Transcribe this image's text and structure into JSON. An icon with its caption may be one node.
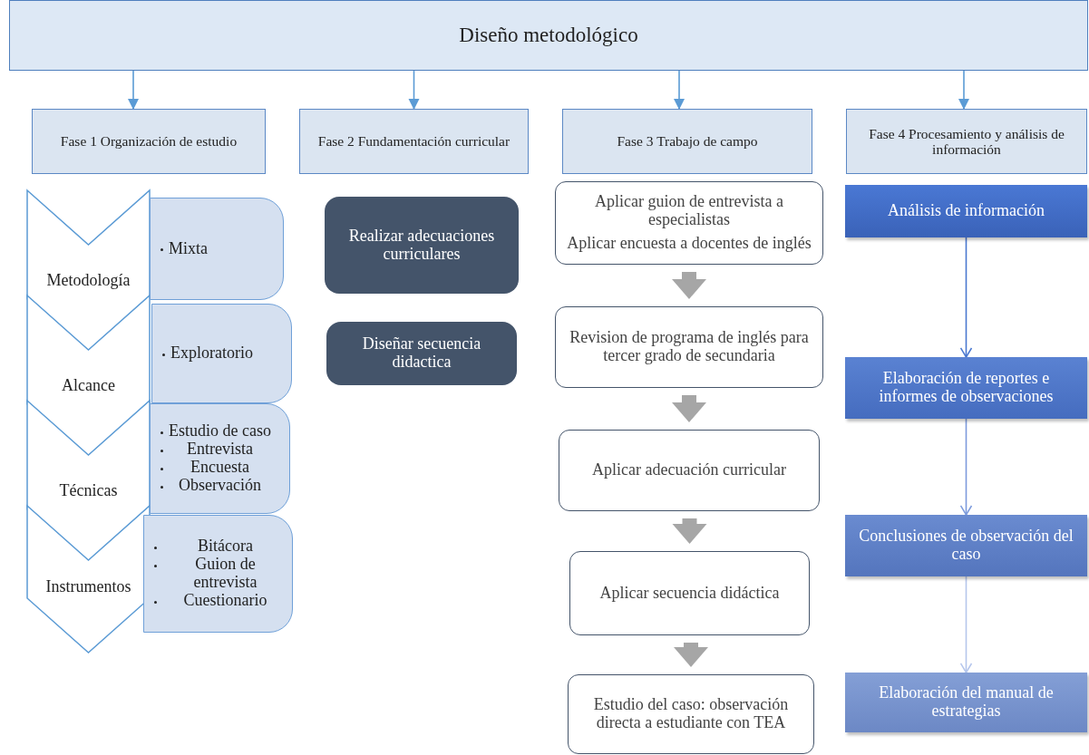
{
  "diagram": {
    "nodes": [
      {
        "text": [
          "Diseño metodológico"
        ]
      },
      {
        "text": [
          "Fase 1 Organización de estudio"
        ]
      },
      {
        "text": [
          "Fase 2 Fundamentación curricular"
        ]
      },
      {
        "text": [
          "Fase 3 Trabajo de campo"
        ]
      },
      {
        "text": [
          "Fase 4 Procesamiento y análisis de información"
        ]
      },
      {
        "text": [
          "Metodología"
        ]
      },
      {
        "text": [
          "Mixta"
        ]
      },
      {
        "text": [
          "Alcance"
        ]
      },
      {
        "text": [
          "Exploratorio"
        ]
      },
      {
        "text": [
          "Técnicas"
        ]
      },
      {
        "text": [
          "Estudio de caso",
          "Entrevista",
          "Encuesta",
          "Observación"
        ]
      },
      {
        "text": [
          "Instrumentos"
        ]
      },
      {
        "text": [
          "Bitácora",
          "Guion de entrevista",
          "Cuestionario"
        ]
      },
      {
        "text": [
          "Realizar adecuaciones curriculares"
        ]
      },
      {
        "text": [
          "Diseñar secuencia didactica"
        ]
      },
      {
        "text": [
          "Aplicar guion de entrevista a especialistas",
          "Aplicar encuesta a docentes de inglés"
        ]
      },
      {
        "text": [
          "Revision de programa de inglés para tercer grado de secundaria"
        ]
      },
      {
        "text": [
          "Aplicar adecuación curricular"
        ]
      },
      {
        "text": [
          "Aplicar secuencia didáctica"
        ]
      },
      {
        "text": [
          "Estudio del caso: observación directa a estudiante con TEA"
        ]
      },
      {
        "text": [
          "Análisis de información"
        ]
      },
      {
        "text": [
          "Elaboración de reportes e informes de observaciones"
        ]
      },
      {
        "text": [
          "Conclusiones de observación del caso"
        ]
      },
      {
        "text": [
          "Elaboración del manual de estrategias"
        ]
      }
    ],
    "edges": [
      {
        "from": 0,
        "to": 1,
        "arrow": "to"
      },
      {
        "from": 0,
        "to": 2,
        "arrow": "to"
      },
      {
        "from": 0,
        "to": 3,
        "arrow": "to"
      },
      {
        "from": 0,
        "to": 4,
        "arrow": "to"
      },
      {
        "from": 15,
        "to": 16,
        "arrow": "to",
        "style": "thick",
        "color": "#a6a6a6"
      },
      {
        "from": 16,
        "to": 17,
        "arrow": "to",
        "style": "thick",
        "color": "#a6a6a6"
      },
      {
        "from": 17,
        "to": 18,
        "arrow": "to",
        "style": "thick",
        "color": "#a6a6a6"
      },
      {
        "from": 18,
        "to": 19,
        "arrow": "to",
        "style": "thick",
        "color": "#a6a6a6"
      },
      {
        "from": 20,
        "to": 21,
        "arrow": "to",
        "color": "#4a78d0"
      },
      {
        "from": 21,
        "to": 22,
        "arrow": "to",
        "color": "#7d9bdc"
      },
      {
        "from": 22,
        "to": 23,
        "arrow": "to",
        "color": "#b5c6ec"
      }
    ]
  }
}
